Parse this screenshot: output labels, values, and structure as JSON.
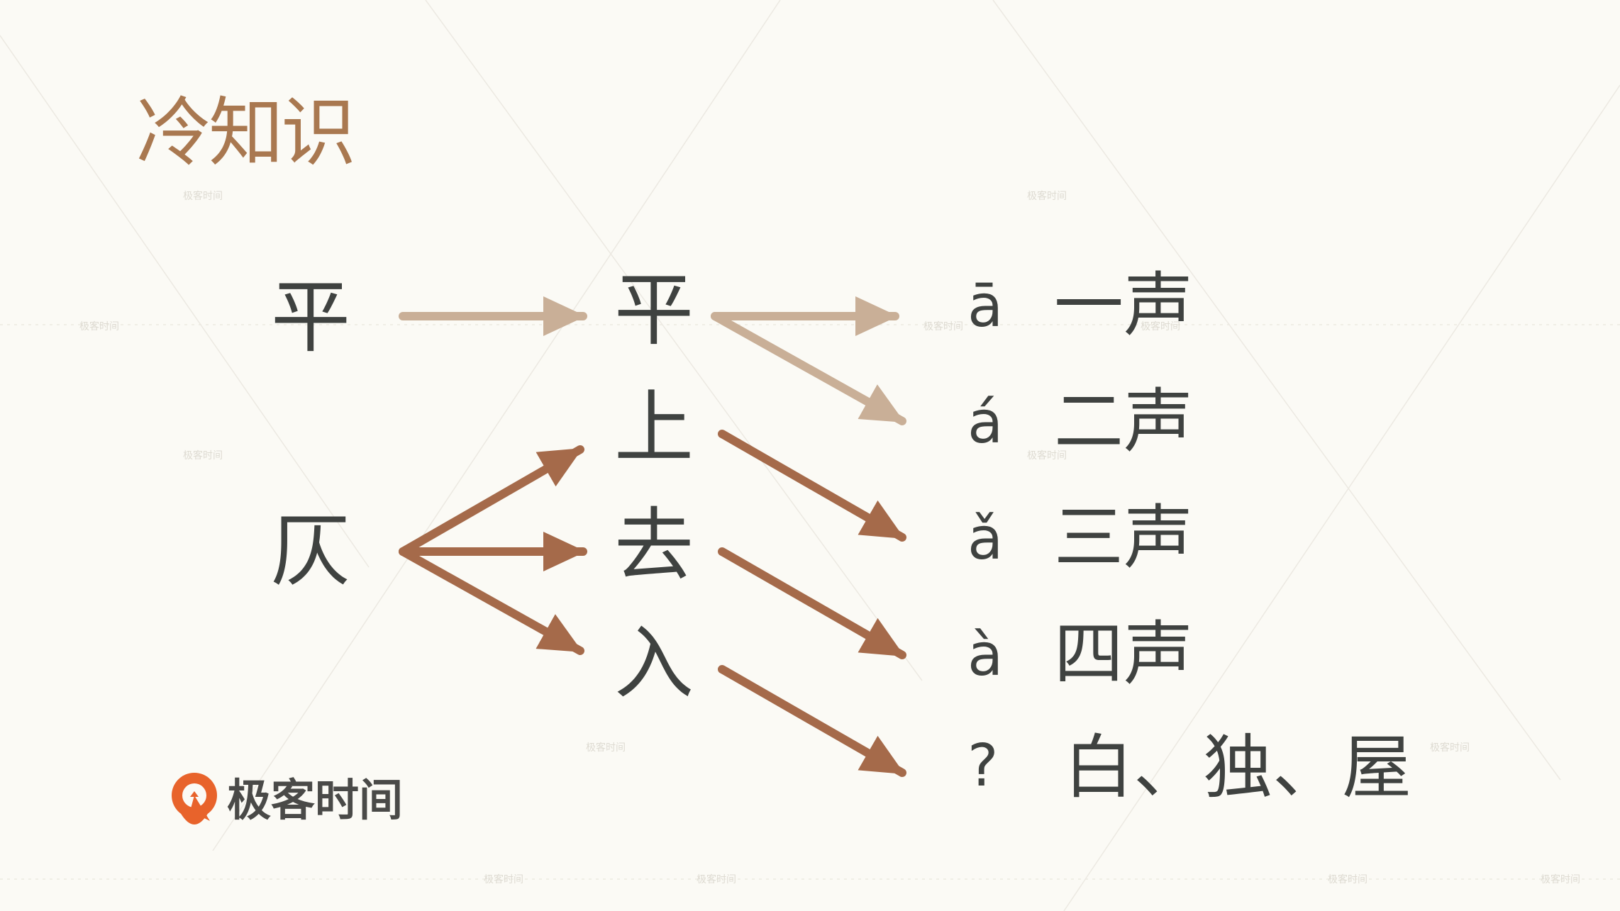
{
  "title": "冷知识",
  "categories": {
    "ping": "平",
    "ze": "仄"
  },
  "classical_tones": [
    "平",
    "上",
    "去",
    "入"
  ],
  "modern_tones": [
    {
      "pinyin": "ā",
      "label": "一声"
    },
    {
      "pinyin": "á",
      "label": "二声"
    },
    {
      "pinyin": "ǎ",
      "label": "三声"
    },
    {
      "pinyin": "à",
      "label": "四声"
    },
    {
      "pinyin": "?",
      "label": "白、独、屋"
    }
  ],
  "brand": {
    "name": "极客时间"
  },
  "watermark": "极客时间",
  "colors": {
    "background": "#fbfaf5",
    "text": "#3f4240",
    "title": "#a97850",
    "arrow_light": "#c9af97",
    "arrow_dark": "#a56a4a",
    "logo_orange": "#e8632b"
  }
}
